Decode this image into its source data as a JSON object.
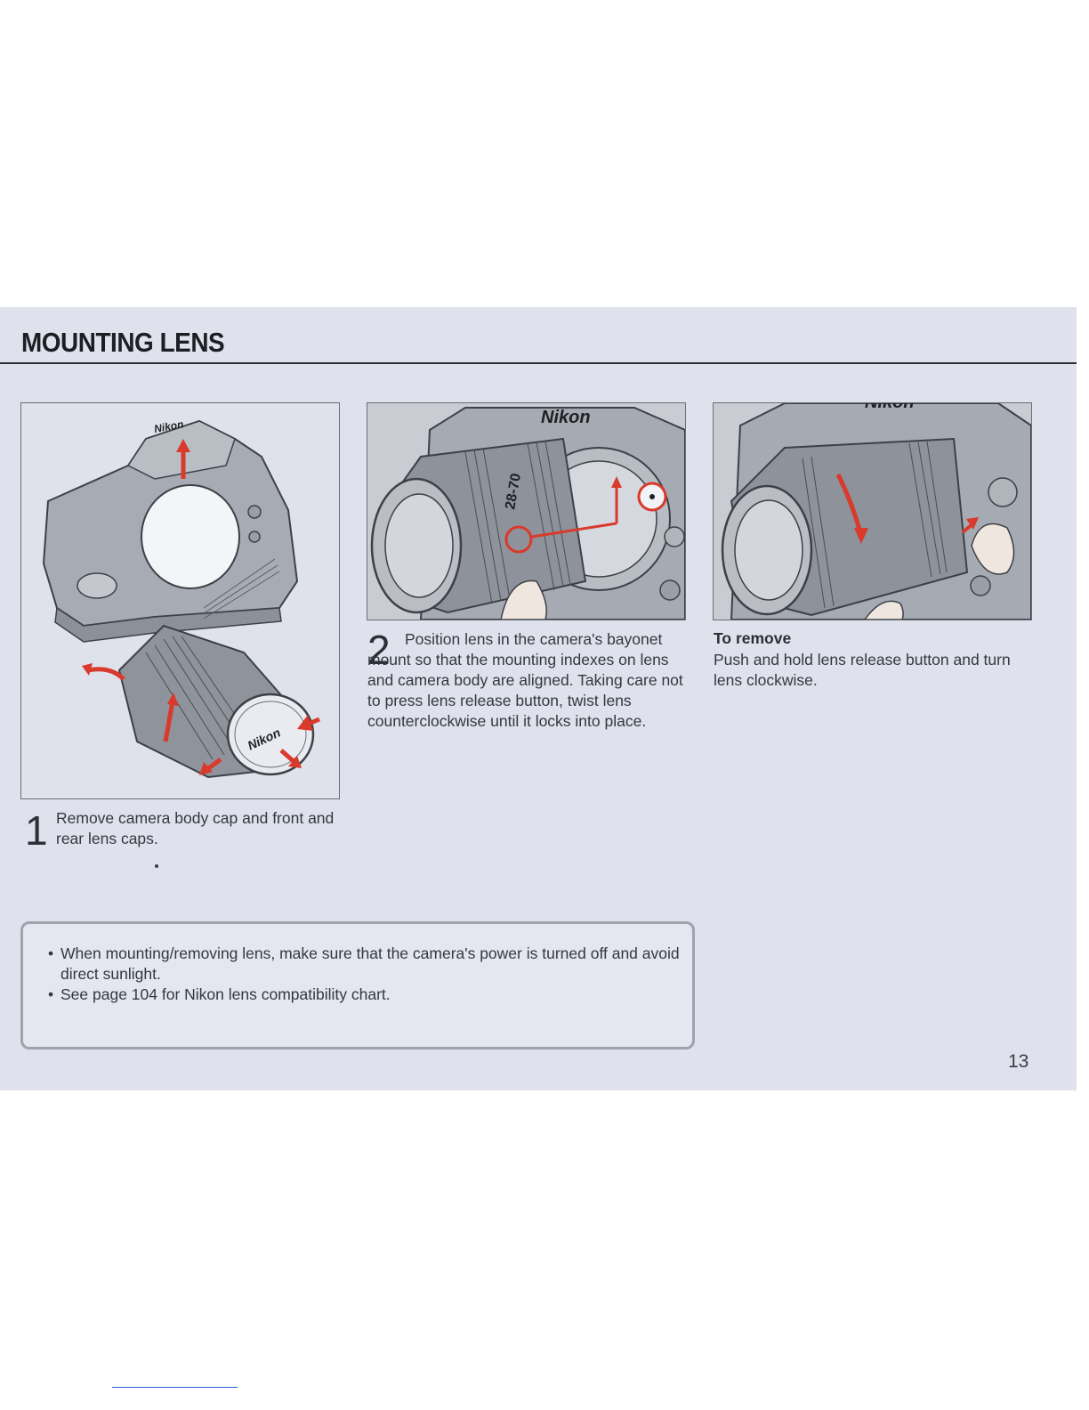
{
  "header": {
    "title": "MOUNTING LENS"
  },
  "figures": {
    "fig1": {
      "brand_mark": "Nikon",
      "lens_cap_mark": "Nikon",
      "arrow_color": "#d93a2b"
    },
    "fig2": {
      "brand_mark": "Nikon",
      "lens_marking": "28-70",
      "arrow_color": "#d93a2b"
    },
    "fig3": {
      "brand_mark": "Nikon",
      "arrow_color": "#d93a2b"
    }
  },
  "step1": {
    "number": "1",
    "text": "Remove camera body cap and front and rear lens caps."
  },
  "step2": {
    "number": "2",
    "text": "Position lens in the camera's bayonet mount so that the mounting indexes on lens and camera body are aligned. Taking care not to press lens release button, twist lens counterclockwise until it locks into place."
  },
  "remove": {
    "heading": "To remove",
    "text": "Push and hold lens release button and turn lens clockwise."
  },
  "notes": [
    "When mounting/removing lens, make sure that the camera's power is turned off and avoid direct sunlight.",
    "See page 104 for Nikon lens compatibility chart."
  ],
  "page_number": "13"
}
